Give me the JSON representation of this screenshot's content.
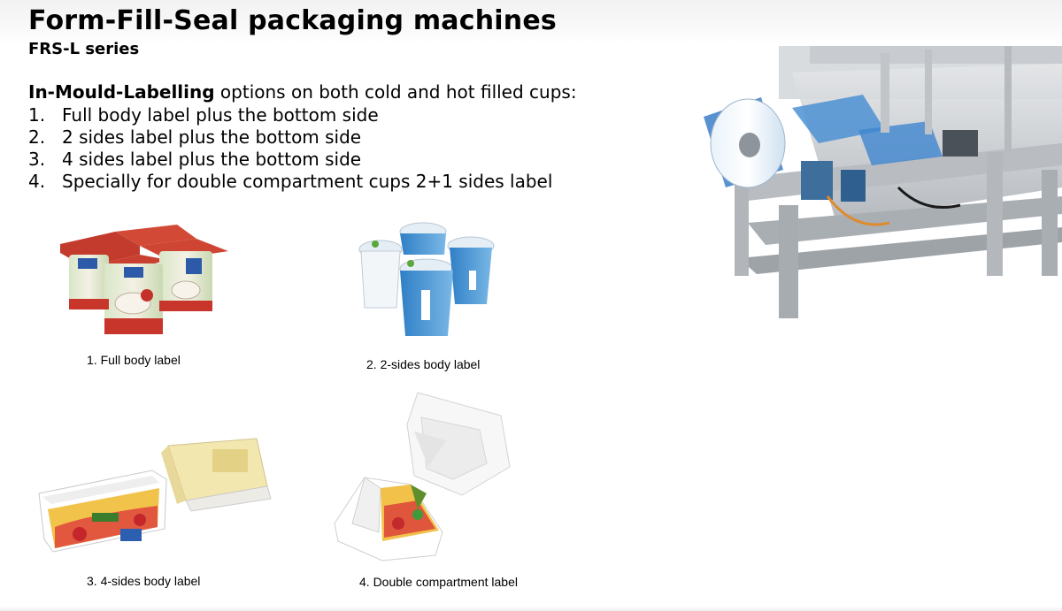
{
  "slide": {
    "title": "Form-Fill-Seal packaging machines",
    "subtitle": "FRS-L series",
    "intro_bold": "In-Mould-Labelling",
    "intro_rest": " options on both cold and hot filled cups:",
    "options": [
      {
        "num": "1.",
        "text": "Full body label plus the bottom side"
      },
      {
        "num": "2.",
        "text": "2 sides label plus the bottom side"
      },
      {
        "num": "3.",
        "text": "4 sides label plus the bottom side"
      },
      {
        "num": "4.",
        "text": "Specially for double compartment cups 2+1 sides label"
      }
    ],
    "products": [
      {
        "caption": "1. Full body label"
      },
      {
        "caption": "2. 2-sides body label"
      },
      {
        "caption": "3. 4-sides body label"
      },
      {
        "caption": "4. Double compartment label"
      }
    ]
  }
}
